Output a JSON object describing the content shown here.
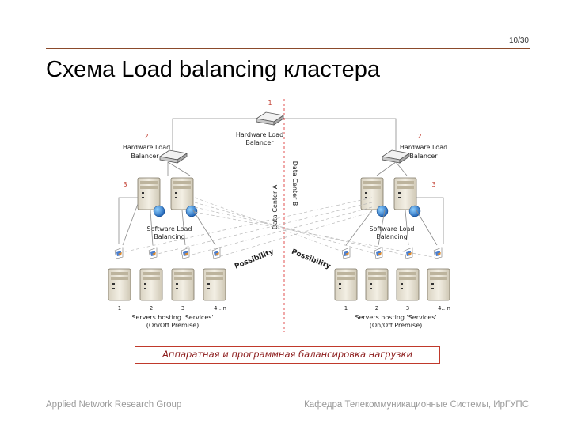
{
  "page_number": "10/30",
  "title": "Схема Load balancing кластера",
  "diagram": {
    "top_number": "1",
    "top_balancer": [
      "Hardware Load",
      "Balancer"
    ],
    "left_number": "2",
    "left_balancer": [
      "Hardware Load",
      "Balancer"
    ],
    "right_number": "2",
    "right_balancer": [
      "Hardware Load",
      "Balancer"
    ],
    "left_tier_number": "3",
    "right_tier_number": "3",
    "data_center_a": "Data Center A",
    "data_center_b": "Data Center B",
    "left_software": [
      "Software Load",
      "Balancing"
    ],
    "right_software": [
      "Software Load",
      "Balancing"
    ],
    "possibility_left": "Possibility",
    "possibility_right": "Possibility",
    "left_server_numbers": [
      "1",
      "2",
      "3",
      "4…n"
    ],
    "right_server_numbers": [
      "1",
      "2",
      "3",
      "4…n"
    ],
    "left_services": [
      "Servers hosting 'Services'",
      "(On/Off Premise)"
    ],
    "right_services": [
      "Servers hosting 'Services'",
      "(On/Off Premise)"
    ]
  },
  "caption": "Аппаратная и программная балансировка нагрузки",
  "footer": {
    "left": "Applied Network Research Group",
    "right": "Кафедра Телекоммуникационные Системы, ИрГУПС"
  },
  "colors": {
    "accent_rule": "#8b4a2b",
    "caption_border": "#c0392b",
    "caption_text": "#8b1a1a",
    "divider": "#e05050",
    "footer_text": "#9a9a9a"
  }
}
